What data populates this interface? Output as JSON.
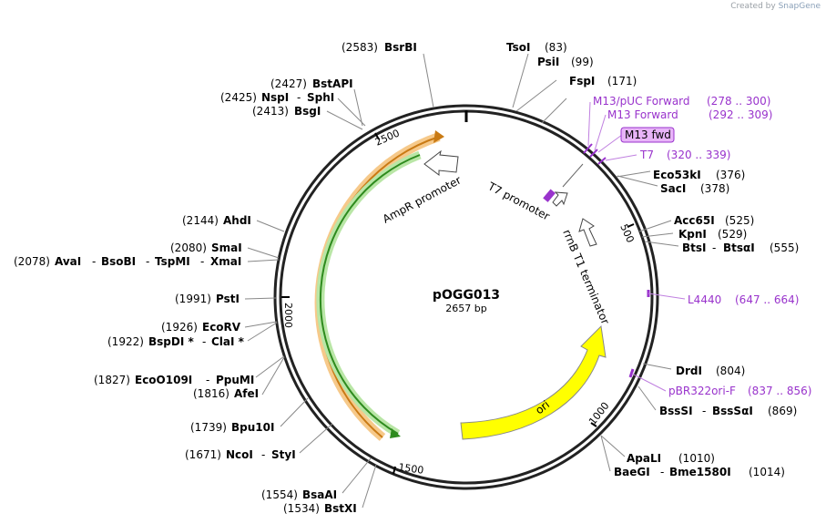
{
  "credit": {
    "prefix": "Created by",
    "brand": "SnapGene"
  },
  "plasmid": {
    "name": "pOGG013",
    "length": "2657 bp"
  },
  "ticks": [
    "500",
    "1000",
    "1500",
    "2000",
    "2500"
  ],
  "features": {
    "ampr_promoter": "AmpR promoter",
    "t7_promoter": "T7 promoter",
    "rrnb": "rrnB T1 terminator",
    "ori": "ori"
  },
  "enzymes": [
    {
      "name": "BsrBI",
      "pos": "(2583)"
    },
    {
      "name": "TsoI",
      "pos": "(83)"
    },
    {
      "name": "PsiI",
      "pos": "(99)"
    },
    {
      "name": "FspI",
      "pos": "(171)"
    },
    {
      "name": "BstAPI",
      "pos": "(2427)"
    },
    {
      "name": "NspI",
      "name2": "SphI",
      "pos": "(2425)"
    },
    {
      "name": "BsgI",
      "pos": "(2413)"
    },
    {
      "name": "Eco53kI",
      "pos": "(376)"
    },
    {
      "name": "SacI",
      "pos": "(378)"
    },
    {
      "name": "Acc65I",
      "pos": "(525)"
    },
    {
      "name": "KpnI",
      "pos": "(529)"
    },
    {
      "name": "BtsI",
      "name2": "BtsαI",
      "pos": "(555)"
    },
    {
      "name": "AhdI",
      "pos": "(2144)"
    },
    {
      "name": "SmaI",
      "pos": "(2080)"
    },
    {
      "name": "AvaI",
      "name2": "BsoBI",
      "name3": "TspMI",
      "name4": "XmaI",
      "pos": "(2078)"
    },
    {
      "name": "PstI",
      "pos": "(1991)"
    },
    {
      "name": "EcoRV",
      "pos": "(1926)"
    },
    {
      "name": "BspDI *",
      "name2": "ClaI *",
      "pos": "(1922)"
    },
    {
      "name": "EcoO109I",
      "name2": "PpuMI",
      "pos": "(1827)"
    },
    {
      "name": "AfeI",
      "pos": "(1816)"
    },
    {
      "name": "Bpu10I",
      "pos": "(1739)"
    },
    {
      "name": "NcoI",
      "name2": "StyI",
      "pos": "(1671)"
    },
    {
      "name": "BsaAI",
      "pos": "(1554)"
    },
    {
      "name": "BstXI",
      "pos": "(1534)"
    },
    {
      "name": "DrdI",
      "pos": "(804)"
    },
    {
      "name": "BssSI",
      "name2": "BssSαI",
      "pos": "(869)"
    },
    {
      "name": "ApaLI",
      "pos": "(1010)"
    },
    {
      "name": "BaeGI",
      "name2": "Bme1580I",
      "pos": "(1014)"
    }
  ],
  "primers": [
    {
      "name": "M13/pUC Forward",
      "range": "(278 .. 300)"
    },
    {
      "name": "M13 Forward",
      "range": "(292 .. 309)"
    },
    {
      "name": "M13 fwd"
    },
    {
      "name": "T7",
      "range": "(320 .. 339)"
    },
    {
      "name": "L4440",
      "range": "(647 .. 664)"
    },
    {
      "name": "pBR322ori-F",
      "range": "(837 .. 856)"
    }
  ],
  "colors": {
    "backbone": "#222222",
    "ampr_outer": "#f0a030",
    "ampr_outer_fill": "#f6c98a",
    "ampr_inner": "#2e8b1e",
    "ampr_inner_fill": "#b9e6a6",
    "ori": "#ffff00",
    "primer": "#9933cc",
    "primer_box": "#e8b4f8"
  }
}
